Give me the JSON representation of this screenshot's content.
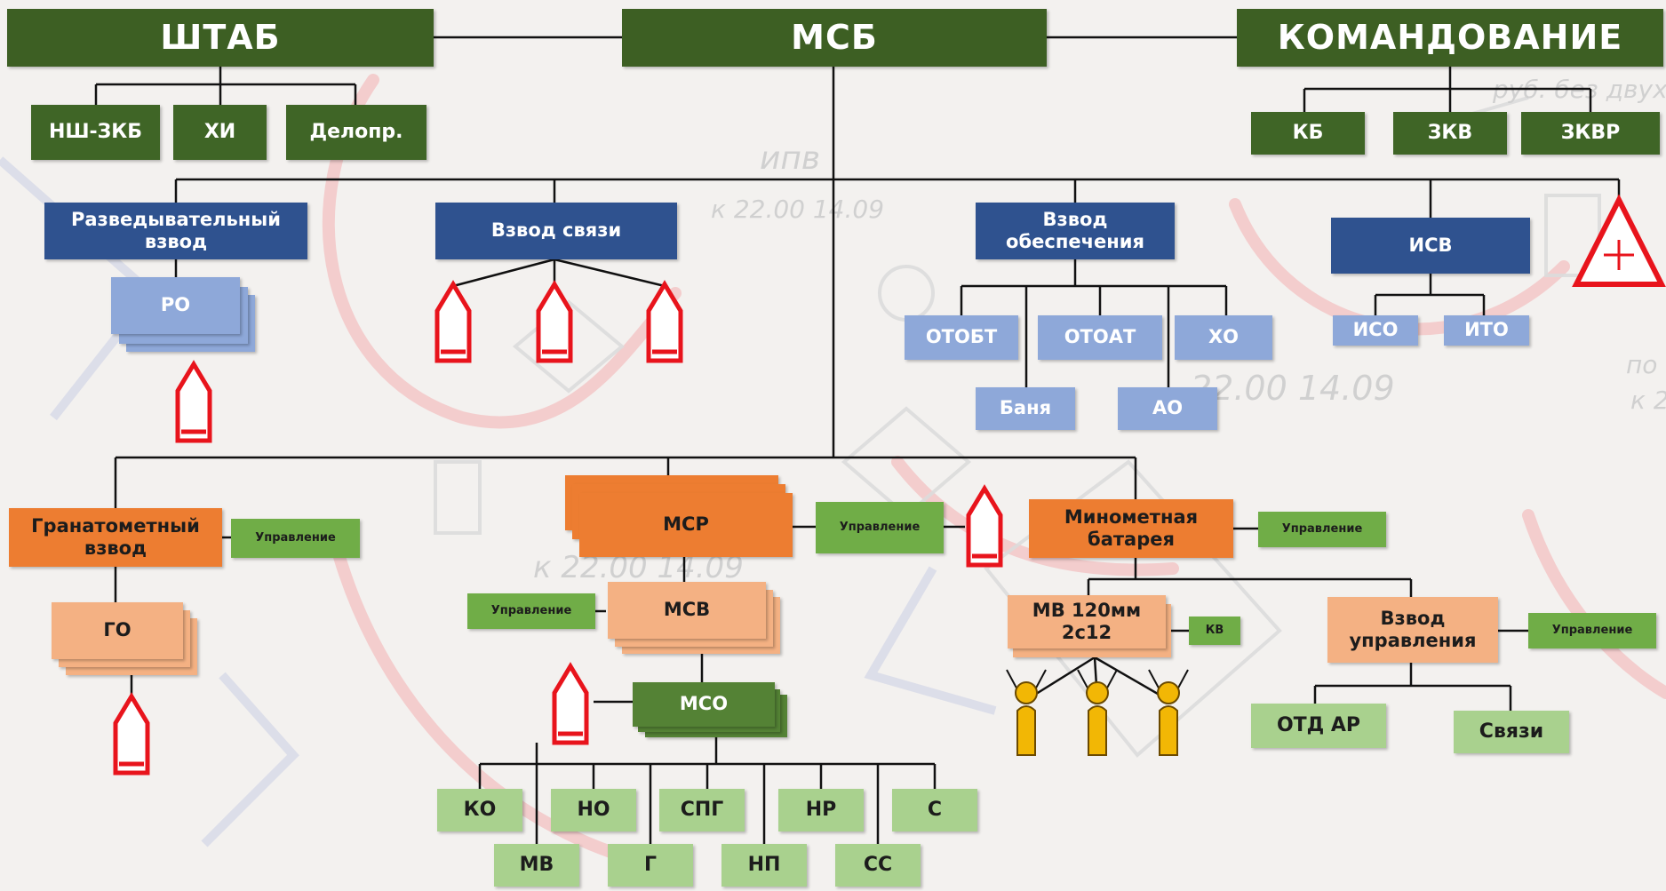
{
  "colors": {
    "dark_green": "#3d5f23",
    "blue": "#2f528f",
    "light_blue": "#8ea8d9",
    "orange": "#ed7d31",
    "peach": "#f4b183",
    "green": "#70ad47",
    "light_green": "#a9d18e",
    "marker_red": "#e8141c",
    "figure_yellow": "#f2b705"
  },
  "top": {
    "shtab": "ШТАБ",
    "msb": "МСБ",
    "komandovanie": "КОМАНДОВАНИЕ"
  },
  "shtab_sub": {
    "nsh_zkb": "НШ-ЗКБ",
    "khi": "ХИ",
    "delopr": "Делопр."
  },
  "kom_sub": {
    "kb": "КБ",
    "zkv": "ЗКВ",
    "zkvr": "ЗКВР"
  },
  "platoons": {
    "razved": "Разведывательный взвод",
    "ro": "РО",
    "svyaz": "Взвод связи",
    "obesp": "Взвод обеспечения",
    "otobt": "ОТОБТ",
    "otoat": "ОТОАТ",
    "kho": "ХО",
    "banya": "Баня",
    "ao": "АО",
    "isv": "ИСВ",
    "iso": "ИСО",
    "ito": "ИТО"
  },
  "lower": {
    "granat": "Гранатометный взвод",
    "go": "ГО",
    "msr": "МСР",
    "msv": "МСВ",
    "mso": "МСО",
    "minomet": "Минометная батарея",
    "mv120": "МВ 120мм 2с12",
    "kv": "КВ",
    "vzvod_upr": "Взвод управления",
    "otd_ar": "ОТД АР",
    "svyazi": "Связи",
    "upr_label": "Управление"
  },
  "squad": {
    "ko": "КО",
    "no": "НО",
    "spg": "СПГ",
    "nr": "НР",
    "s": "С",
    "mv": "МВ",
    "g": "Г",
    "np": "НП",
    "ss": "СС"
  },
  "map_text": {
    "ipv": "ипв",
    "t1": "к 22.00 14.09",
    "t2": "22.00 14.09",
    "t3": "к 22.00 14.09",
    "t4": "руб. без двух т",
    "t5": "по",
    "t6": "к 2"
  },
  "icons": [
    "marker-icon",
    "figure-icon",
    "medical-triangle-icon"
  ]
}
